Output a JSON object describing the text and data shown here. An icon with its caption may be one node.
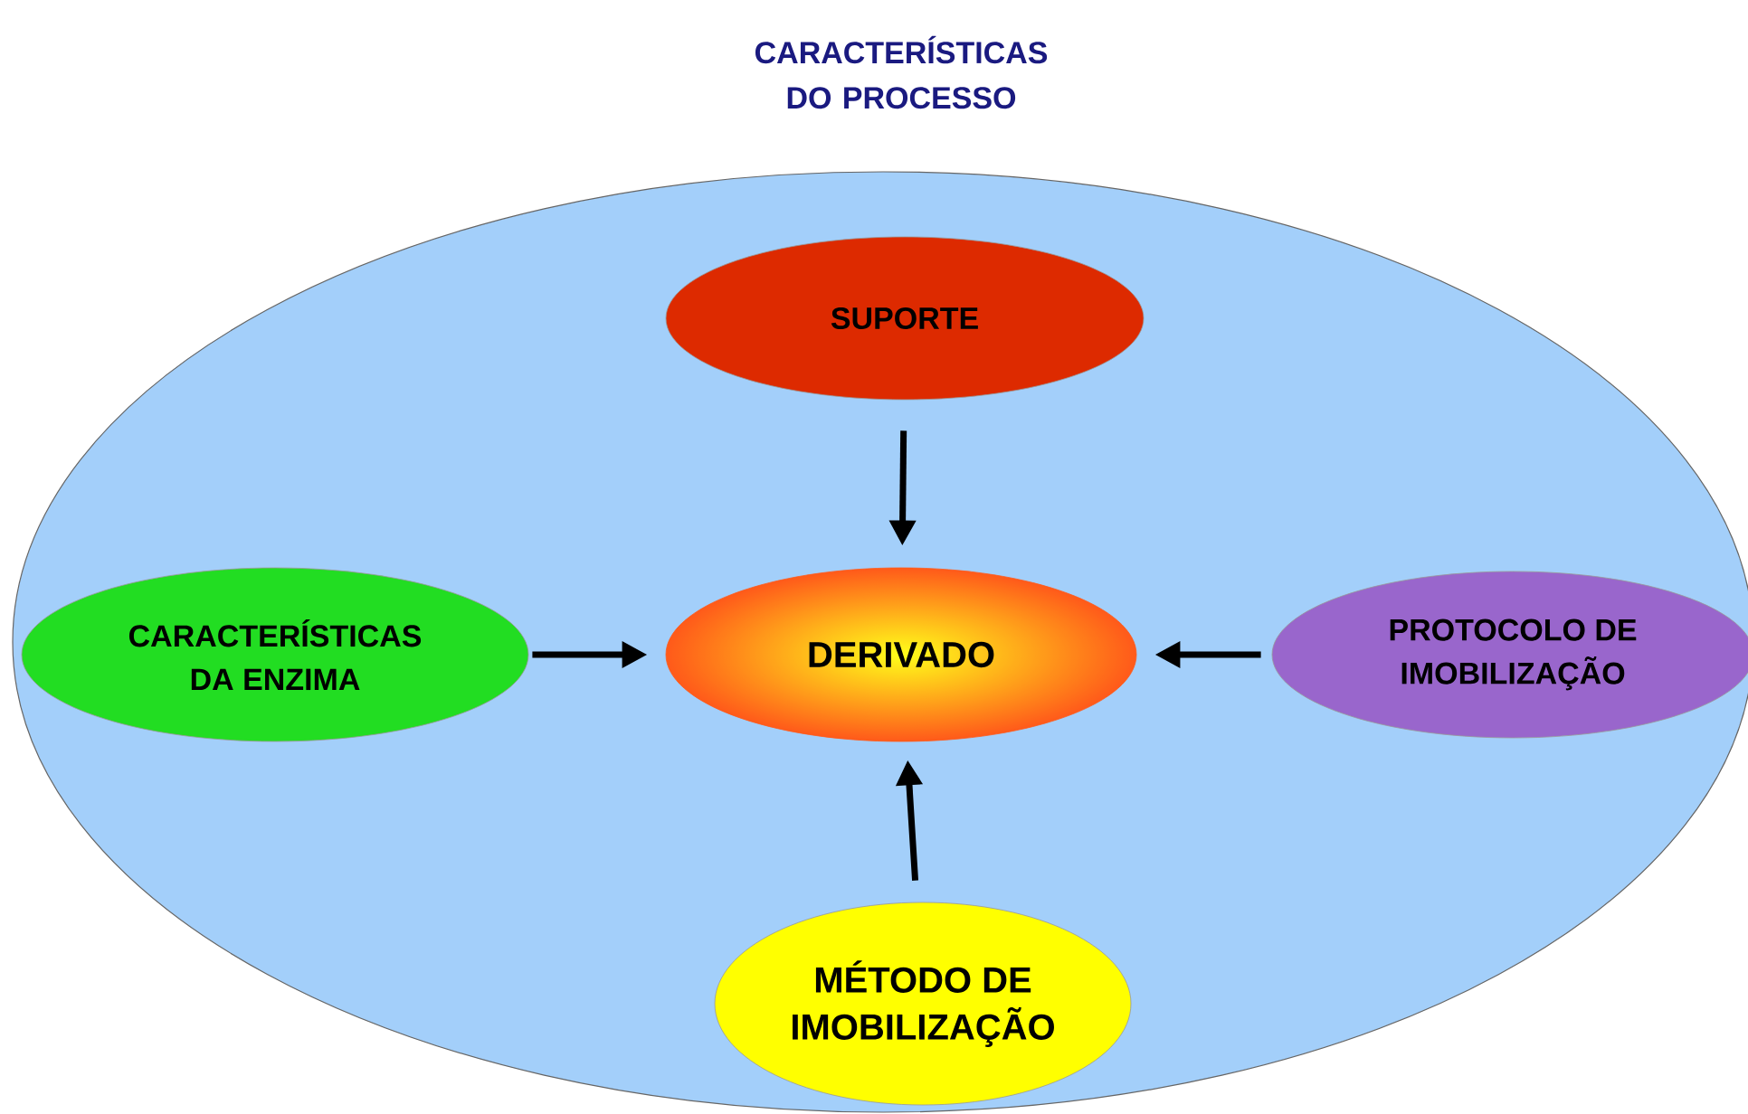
{
  "diagram": {
    "nodes": [
      {
        "text": [
          "CARACTERÍSTICAS DO PROCESSO"
        ]
      },
      {
        "text": [
          "SUPORTE"
        ],
        "in": 0
      },
      {
        "text": [
          "CARACTERÍSTICAS DA ENZIMA"
        ],
        "in": 0
      },
      {
        "text": [
          "DERIVADO"
        ],
        "in": 0
      },
      {
        "text": [
          "PROTOCOLO DE IMOBILIZAÇÃO"
        ],
        "in": 0
      },
      {
        "text": [
          "MÉTODO DE IMOBILIZAÇÃO"
        ],
        "in": 0
      }
    ],
    "edges": [
      {
        "from": 1,
        "to": 3,
        "arrow": "to"
      },
      {
        "from": 2,
        "to": 3,
        "arrow": "to"
      },
      {
        "from": 4,
        "to": 3,
        "arrow": "to"
      },
      {
        "from": 5,
        "to": 3,
        "arrow": "to"
      }
    ]
  }
}
